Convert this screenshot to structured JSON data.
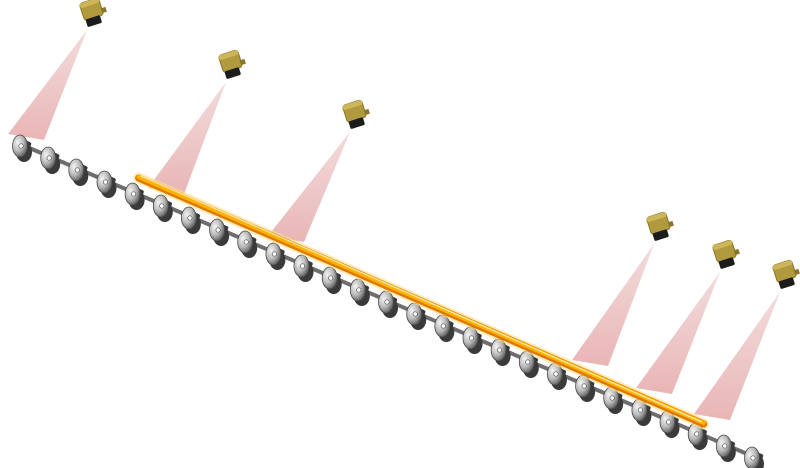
{
  "scene": {
    "roller_count": 27,
    "hot_bar_start_roller": 4,
    "hot_bar_end_roller": 24,
    "sensor_count": 6
  },
  "colors": {
    "background": "#ffffff",
    "roller_light": "#e4e4e4",
    "roller_mid": "#a9a9a9",
    "roller_dark": "#3a3a3a",
    "shaft": "#6e6e6e",
    "hot_bar_core": "#ffb300",
    "hot_bar_edge": "#e07800",
    "hot_bar_glow": "#ffe08a",
    "sensor_body": "#b19a3e",
    "sensor_body_dark": "#8a7629",
    "sensor_lens": "#1c1c1c",
    "laser_beam": "#e5b3b3"
  },
  "icons": {
    "roller": "conveyor-roller-icon",
    "sensor": "laser-gauge-sensor-icon",
    "bar": "hot-steel-bar-icon"
  }
}
